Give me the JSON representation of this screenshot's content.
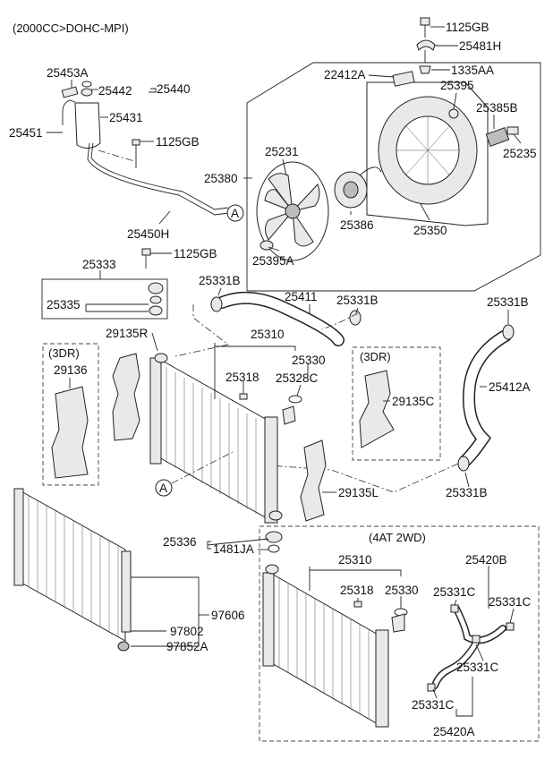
{
  "title": "(2000CC>DOHC-MPI)",
  "section_labels": {
    "three_dr_left": "(3DR)",
    "three_dr_right": "(3DR)",
    "four_at_2wd": "(4AT 2WD)",
    "circle_a_top": "A",
    "circle_a_mid": "A"
  },
  "parts": {
    "p1125gb_top": "1125GB",
    "p25481h": "25481H",
    "p22412a": "22412A",
    "p1335aa": "1335AA",
    "p25395": "25395",
    "p25385b": "25385B",
    "p25235": "25235",
    "p25453a": "25453A",
    "p25442": "25442",
    "p25440": "25440",
    "p25431": "25431",
    "p25451": "25451",
    "p1125gb_res": "1125GB",
    "p25231": "25231",
    "p25380": "25380",
    "p25386": "25386",
    "p25350": "25350",
    "p25395a": "25395A",
    "p25450h": "25450H",
    "p1125gb_mid": "1125GB",
    "p25333": "25333",
    "p25335": "25335",
    "p25331b_1": "25331B",
    "p25411": "25411",
    "p25331b_2": "25331B",
    "p25331b_3": "25331B",
    "p29135r": "29135R",
    "p25310": "25310",
    "p25330": "25330",
    "p25318": "25318",
    "p25328c": "25328C",
    "p29136": "29136",
    "p29135c": "29135C",
    "p25412a": "25412A",
    "p29135l": "29135L",
    "p25331b_4": "25331B",
    "p25336": "25336",
    "p1481ja": "1481JA",
    "p97606": "97606",
    "p97802": "97802",
    "p97852a": "97852A",
    "p25310_b": "25310",
    "p25420b": "25420B",
    "p25318_b": "25318",
    "p25330_b": "25330",
    "p25331c_1": "25331C",
    "p25331c_2": "25331C",
    "p25331c_3": "25331C",
    "p25331c_4": "25331C",
    "p25420a": "25420A"
  }
}
